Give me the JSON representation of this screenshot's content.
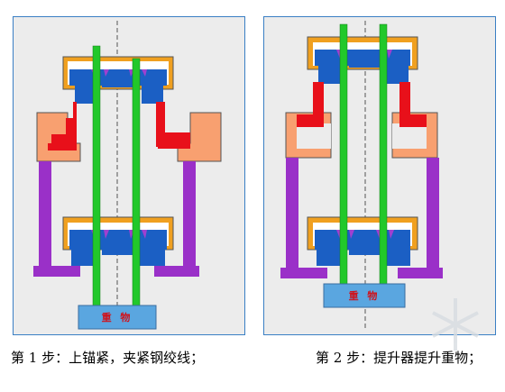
{
  "panels": [
    {
      "weight_label": "重 物",
      "caption": "第 1 步：上锚紧，夹紧钢绞线；"
    },
    {
      "weight_label": "重 物",
      "caption": "第 2 步：提升器提升重物；"
    }
  ],
  "colors": {
    "panel_bg": "#ececec",
    "panel_border": "#3a7fc4",
    "anchor_frame": "#f0a020",
    "anchor_body": "#1b5fc4",
    "strand": "#22c82a",
    "wedge": "#a040d0",
    "jaw": "#e8101a",
    "jaw_holder": "#f8a070",
    "column": "#9a30c8",
    "weight": "#5aa6e0"
  }
}
